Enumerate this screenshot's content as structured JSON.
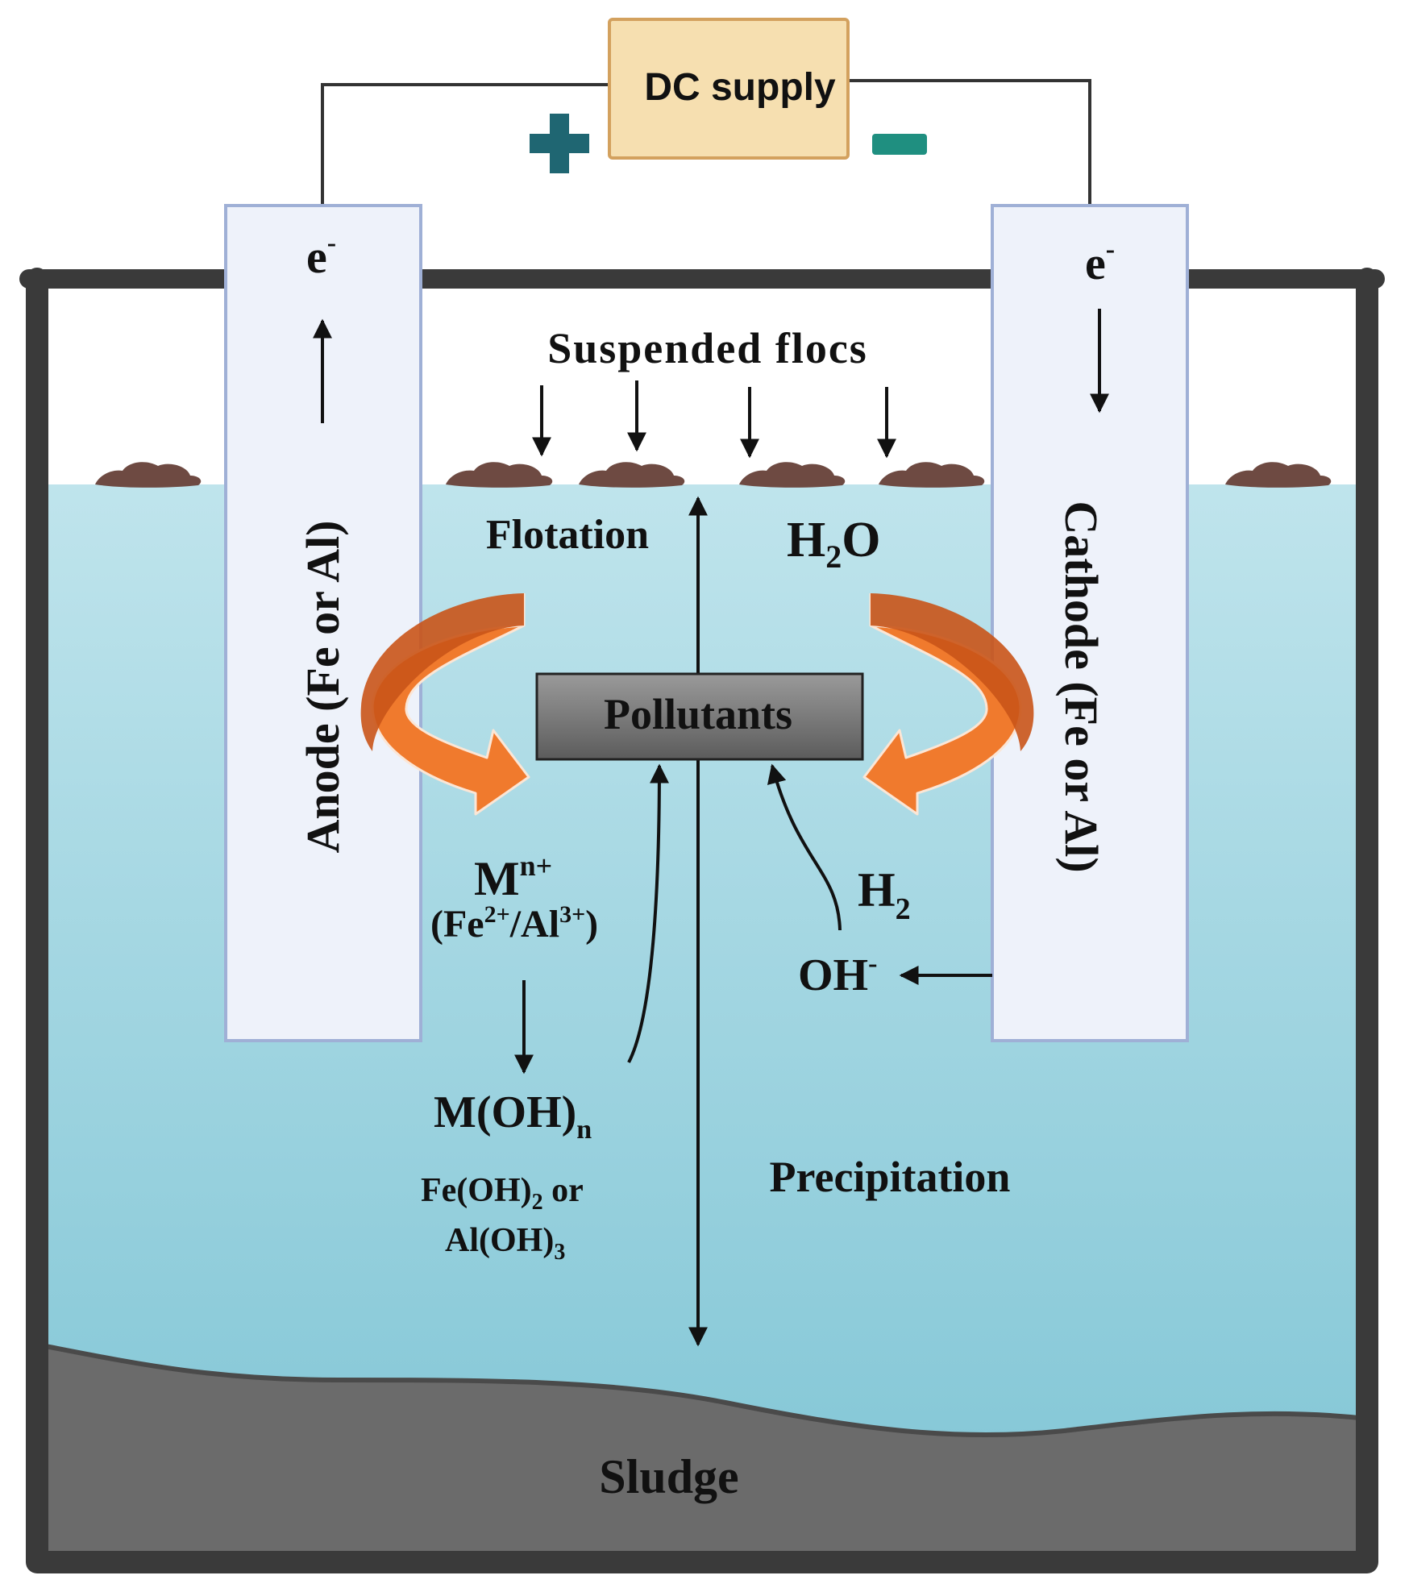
{
  "power": {
    "label": "DC supply",
    "positive_symbol": "+",
    "negative_symbol": "−"
  },
  "electrodes": {
    "anode": {
      "label": "Anode (Fe or Al)",
      "electron": "e",
      "electron_charge": "-"
    },
    "cathode": {
      "label": "Cathode (Fe or Al)",
      "electron": "e",
      "electron_charge": "-"
    }
  },
  "labels": {
    "suspended_flocs": "Suspended flocs",
    "flotation": "Flotation",
    "water": {
      "main": "H",
      "sub": "2",
      "tail": "O"
    },
    "pollutants": "Pollutants",
    "metal_ion": {
      "main": "M",
      "sup": "n+"
    },
    "metal_ion_detail": {
      "open": "(Fe",
      "sup1": "2+",
      "mid": "/Al",
      "sup2": "3+",
      "close": ")"
    },
    "hydroxide": {
      "main": "M(OH)",
      "sub": "n"
    },
    "hydroxide_detail_1": {
      "main": "Fe(OH)",
      "sub": "2",
      "tail": " or"
    },
    "hydroxide_detail_2": {
      "main": "Al(OH)",
      "sub": "3"
    },
    "hydrogen": {
      "main": "H",
      "sub": "2"
    },
    "hydroxyl": {
      "main": "OH",
      "sup": "-"
    },
    "precipitation": "Precipitation",
    "sludge": "Sludge"
  },
  "colors": {
    "water_top": "#b9e1ea",
    "water_bottom": "#86c9d8",
    "sludge": "#6b6b6b",
    "tank_wall": "#3a3a3a",
    "electrode_fill": "#eef2fa",
    "electrode_border": "#9fb0d6",
    "supply_fill": "#f6dfb0",
    "supply_border": "#d3a15e",
    "plus": "#1f6672",
    "minus": "#1f8f80",
    "orange_arrow": "#f07a2d",
    "floc": "#6e4a42"
  }
}
